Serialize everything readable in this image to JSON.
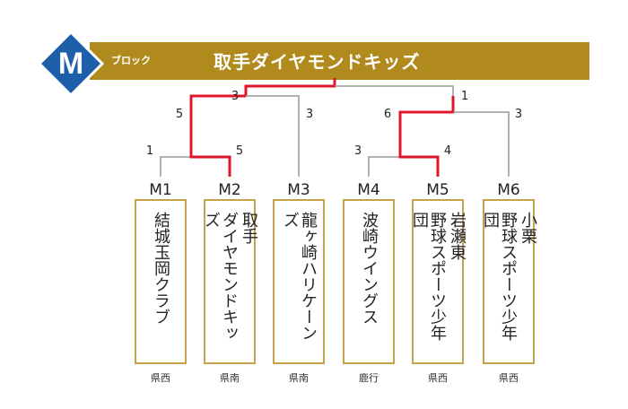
{
  "block": {
    "letter": "M",
    "label": "ブロック",
    "title": "取手ダイヤモンドキッズ"
  },
  "colors": {
    "winner": "#e0142b",
    "loser": "#999999",
    "banner": "#b08a1d",
    "badge": "#1d5fa8",
    "card_border": "#c8a24a"
  },
  "teams": [
    {
      "code": "M1",
      "name_lines": [
        "結城玉岡クラブ"
      ],
      "region": "県西"
    },
    {
      "code": "M2",
      "name_lines": [
        "取手",
        "ダイヤモンドキッズ"
      ],
      "region": "県南"
    },
    {
      "code": "M3",
      "name_lines": [
        "龍ヶ崎ハリケーンズ"
      ],
      "region": "県南"
    },
    {
      "code": "M4",
      "name_lines": [
        "波崎ウイングス"
      ],
      "region": "鹿行"
    },
    {
      "code": "M5",
      "name_lines": [
        "岩瀬東",
        "野球スポーツ少年団"
      ],
      "region": "県西"
    },
    {
      "code": "M6",
      "name_lines": [
        "小栗",
        "野球スポーツ少年団"
      ],
      "region": "県西"
    }
  ],
  "scores": {
    "r1_left": {
      "M1": "1",
      "M2": "5"
    },
    "r1_right": {
      "M4": "3",
      "M5": "4"
    },
    "r2_left": {
      "winner": "5",
      "M3": "3"
    },
    "r2_right": {
      "winner": "6",
      "M6": "3"
    },
    "final": {
      "left": "3",
      "right": "1"
    }
  }
}
